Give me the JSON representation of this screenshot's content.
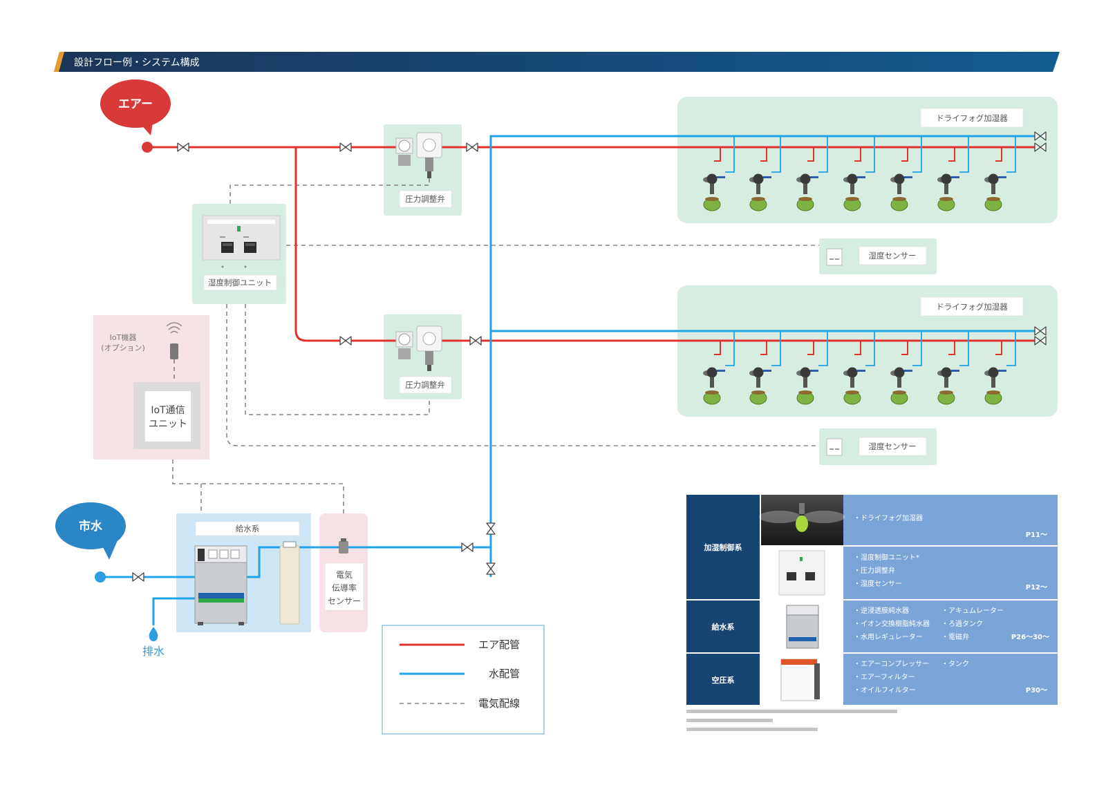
{
  "header": {
    "title": "設計フロー例・システム構成"
  },
  "bubbles": {
    "air": "エアー",
    "city_water": "市水"
  },
  "drain": {
    "label": "排水"
  },
  "regulator": {
    "label": "圧力調整弁"
  },
  "control_unit": {
    "label": "湿度制御ユニット"
  },
  "dry_fog": {
    "label": "ドライフォグ加湿器"
  },
  "sensor": {
    "label": "湿度センサー"
  },
  "iot": {
    "title_line1": "IoT機器",
    "title_line2": "(オプション)",
    "unit_line1": "IoT通信",
    "unit_line2": "ユニット"
  },
  "water_system": {
    "label": "給水系"
  },
  "conductivity_sensor": {
    "lines": [
      "電気",
      "伝導率",
      "センサー"
    ]
  },
  "legend": {
    "items": [
      {
        "label": "エア配管"
      },
      {
        "label": "水配管"
      },
      {
        "label": "電気配線"
      }
    ]
  },
  "table": {
    "groups": [
      "加湿制御系",
      "給水系",
      "空圧系"
    ],
    "rows": [
      {
        "col1": [
          "・ドライフォグ加湿器"
        ],
        "col2": [],
        "page": "P11〜"
      },
      {
        "col1": [
          "・湿度制御ユニット*",
          "・圧力調整弁",
          "・湿度センサー"
        ],
        "col2": [],
        "page": "P12〜"
      },
      {
        "col1": [
          "・逆浸透膜純水器",
          "・イオン交換樹脂純水器",
          "・水用レギュレーター"
        ],
        "col2": [
          "・アキュムレーター",
          "・ろ過タンク",
          "・電磁弁"
        ],
        "page": "P26〜30〜"
      },
      {
        "col1": [
          "・エアーコンプレッサー",
          "・エアーフィルター",
          "・オイルフィルター"
        ],
        "col2": [
          "・タンク"
        ],
        "page": "P30〜"
      }
    ]
  },
  "colors": {
    "air_pipe": "#e2302d",
    "water_pipe": "#1ea3e6",
    "mint_panel": "#d8ede1",
    "header_start": "#1b3558",
    "header_end": "#115c92",
    "header_accent": "#e59a2a",
    "table_dark": "#174470",
    "table_light": "#7aa5d6"
  },
  "icons": {
    "valve": "valve-icon",
    "wifi": "wifi-icon",
    "drop": "water-drop-icon",
    "sensor": "humidity-sensor-icon",
    "nozzle": "dry-fog-nozzle-icon"
  }
}
